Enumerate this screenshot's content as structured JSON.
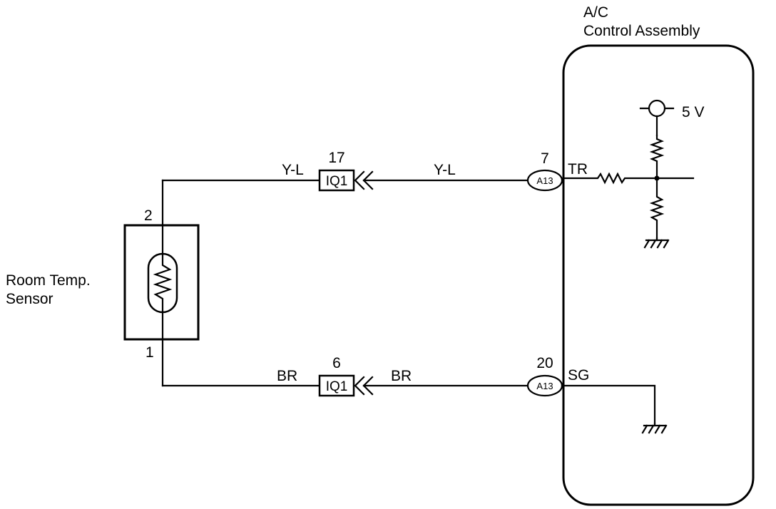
{
  "colors": {
    "ink": "#000000",
    "background": "#ffffff"
  },
  "sensor": {
    "label_line1": "Room Temp.",
    "label_line2": "Sensor",
    "pin_top": "2",
    "pin_bottom": "1"
  },
  "assembly": {
    "label_line1": "A/C",
    "label_line2": "Control Assembly",
    "supply": "5 V"
  },
  "wires": {
    "top": {
      "color_left": "Y-L",
      "color_right": "Y-L",
      "junction_pin": "17",
      "junction_id": "IQ1",
      "connector_pin": "7",
      "connector_id": "A13",
      "terminal": "TR"
    },
    "bottom": {
      "color_left": "BR",
      "color_right": "BR",
      "junction_pin": "6",
      "junction_id": "IQ1",
      "connector_pin": "20",
      "connector_id": "A13",
      "terminal": "SG"
    }
  }
}
